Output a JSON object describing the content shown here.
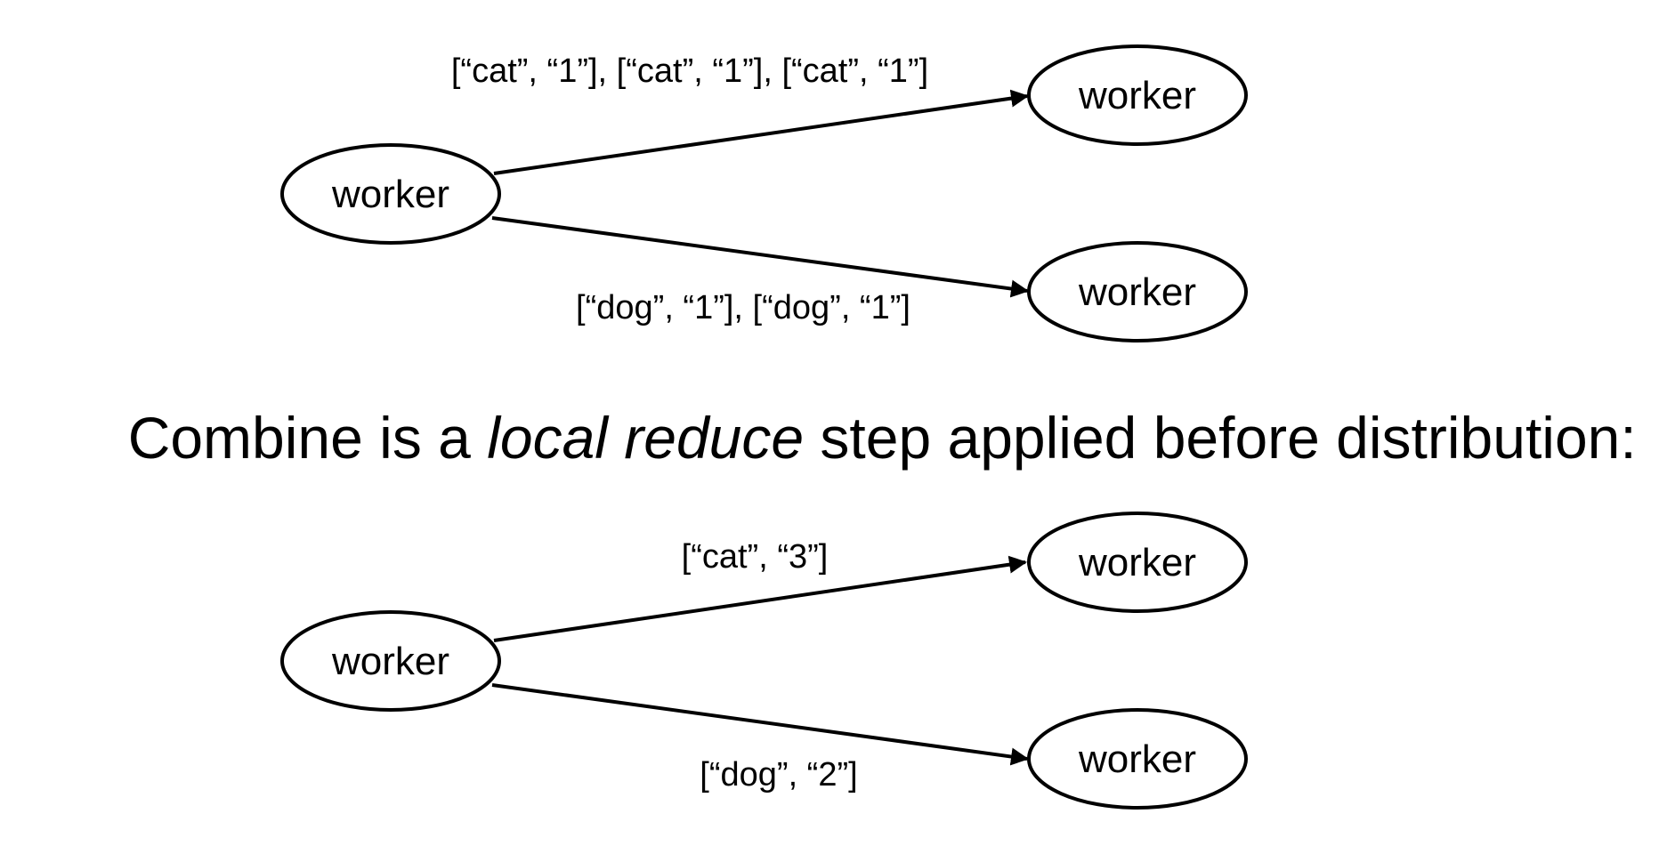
{
  "colors": {
    "background": "#ffffff",
    "stroke": "#000000",
    "text": "#000000"
  },
  "heading": {
    "part1": "Combine is a ",
    "emphasis": "local reduce",
    "part2": " step applied before distribution:"
  },
  "top_diagram": {
    "source": {
      "label": "worker"
    },
    "targets": [
      {
        "label": "worker",
        "edge_label": "[“cat”, “1”], [“cat”, “1”], [“cat”, “1”]"
      },
      {
        "label": "worker",
        "edge_label": "[“dog”, “1”], [“dog”, “1”]"
      }
    ]
  },
  "bottom_diagram": {
    "source": {
      "label": "worker"
    },
    "targets": [
      {
        "label": "worker",
        "edge_label": "[“cat”, “3”]"
      },
      {
        "label": "worker",
        "edge_label": "[“dog”, “2”]"
      }
    ]
  }
}
